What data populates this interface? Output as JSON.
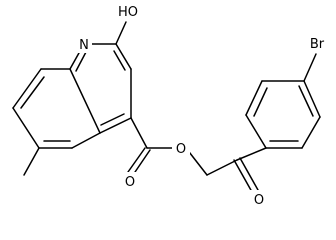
{
  "structure": {
    "atoms": {
      "oh": "HO",
      "ring_nitrogen": "N",
      "ester_oxygen": "O",
      "ester_carbonyl_oxygen": "O",
      "ketone_oxygen": "O",
      "bromine": "Br"
    }
  }
}
